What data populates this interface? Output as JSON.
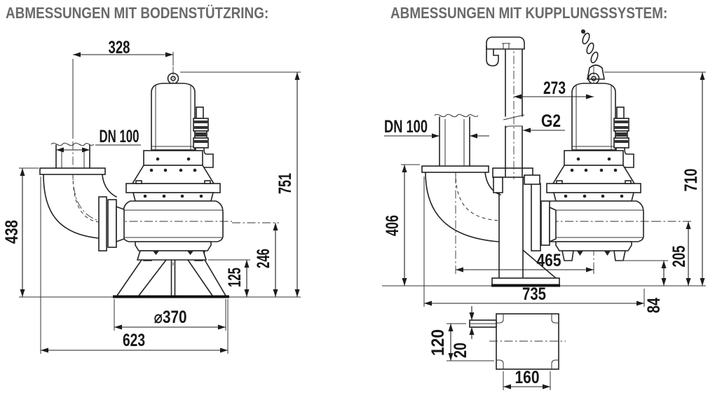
{
  "titles": {
    "left": "ABMESSUNGEN MIT BODENSTÜTZRING:",
    "right": "ABMESSUNGEN MIT KUPPLUNGSSYSTEM:"
  },
  "left_diagram": {
    "description": "pump with floor support ring",
    "dims": {
      "top_offset": "328",
      "discharge_flange": "DN 100",
      "total_height": "751",
      "flange_height": "438",
      "volute_center_height": "246",
      "ring_height": "125",
      "ring_diameter": "⌀370",
      "total_width": "623"
    }
  },
  "right_diagram": {
    "description": "pump with coupling system",
    "dims": {
      "rail_to_pump_offset": "273",
      "guide_rail_thread": "G2",
      "discharge_flange": "DN 100",
      "total_height": "710",
      "flange_height": "406",
      "pipe_to_pump_offset": "465",
      "volute_center_height": "205",
      "total_width": "735",
      "claw_height": "84",
      "bracket_height": "120",
      "bracket_tab_thickness": "20",
      "bracket_width": "160"
    }
  },
  "colors": {
    "line": "#222222",
    "dimension_text": "#161616",
    "title_text": "#6a6a6a",
    "background": "#ffffff"
  }
}
